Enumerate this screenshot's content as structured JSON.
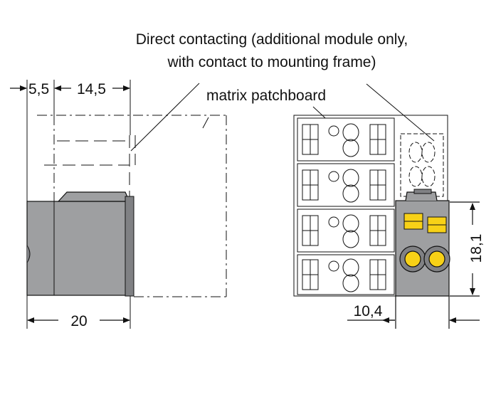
{
  "labels": {
    "direct_contacting_line1": "Direct contacting (additional module only,",
    "direct_contacting_line2": "with contact to mounting frame)",
    "matrix_patchboard": "matrix patchboard"
  },
  "dimensions": {
    "left_offset": "5,5",
    "top_width": "14,5",
    "total_width": "20",
    "module_width": "10,4",
    "module_height": "18,1"
  },
  "colors": {
    "housing_grey": "#9e9fa1",
    "housing_dark": "#808184",
    "contact_yellow": "#f7d117",
    "line": "#111111"
  }
}
